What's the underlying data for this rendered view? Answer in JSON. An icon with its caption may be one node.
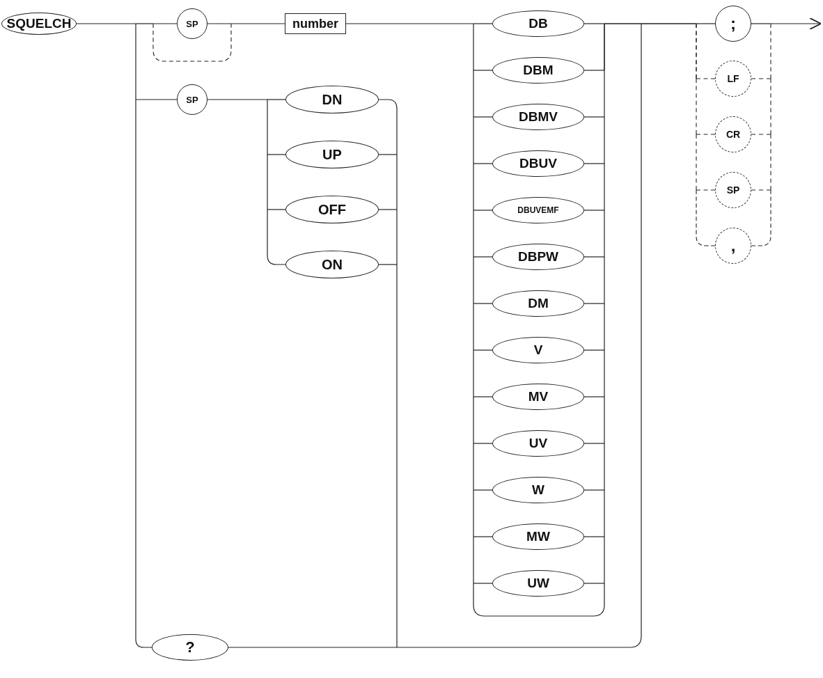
{
  "diagram": {
    "nodes": [
      {
        "text": [
          "SQUELCH"
        ]
      },
      {
        "text": [
          "SP"
        ]
      },
      {
        "text": [
          "number"
        ]
      },
      {
        "text": [
          "SP"
        ]
      },
      {
        "text": [
          "DN"
        ]
      },
      {
        "text": [
          "UP"
        ]
      },
      {
        "text": [
          "OFF"
        ]
      },
      {
        "text": [
          "ON"
        ]
      },
      {
        "text": [
          "DB"
        ]
      },
      {
        "text": [
          "DBM"
        ]
      },
      {
        "text": [
          "DBMV"
        ]
      },
      {
        "text": [
          "DBUV"
        ]
      },
      {
        "text": [
          "DBUVEMF"
        ]
      },
      {
        "text": [
          "DBPW"
        ]
      },
      {
        "text": [
          "DM"
        ]
      },
      {
        "text": [
          "V"
        ]
      },
      {
        "text": [
          "MV"
        ]
      },
      {
        "text": [
          "UV"
        ]
      },
      {
        "text": [
          "W"
        ]
      },
      {
        "text": [
          "MW"
        ]
      },
      {
        "text": [
          "UW"
        ]
      },
      {
        "text": [
          ";"
        ]
      },
      {
        "text": [
          "LF"
        ]
      },
      {
        "text": [
          "CR"
        ]
      },
      {
        "text": [
          "SP"
        ]
      },
      {
        "text": [
          ","
        ]
      },
      {
        "text": [
          "?"
        ]
      }
    ],
    "edges": [
      {
        "from": 0,
        "to": 1,
        "arrow": "none"
      },
      {
        "from": 1,
        "to": 2,
        "arrow": "none"
      },
      {
        "from": 0,
        "to": 2,
        "arrow": "none",
        "style": "dashed"
      },
      {
        "from": 0,
        "to": 3,
        "arrow": "none"
      },
      {
        "from": 0,
        "to": 26,
        "arrow": "none"
      },
      {
        "from": 3,
        "to": 4,
        "arrow": "none"
      },
      {
        "from": 3,
        "to": 5,
        "arrow": "none"
      },
      {
        "from": 3,
        "to": 6,
        "arrow": "none"
      },
      {
        "from": 3,
        "to": 7,
        "arrow": "none"
      },
      {
        "from": 2,
        "to": 8,
        "arrow": "none"
      },
      {
        "from": 2,
        "to": 9,
        "arrow": "none"
      },
      {
        "from": 2,
        "to": 10,
        "arrow": "none"
      },
      {
        "from": 2,
        "to": 11,
        "arrow": "none"
      },
      {
        "from": 2,
        "to": 12,
        "arrow": "none"
      },
      {
        "from": 2,
        "to": 13,
        "arrow": "none"
      },
      {
        "from": 2,
        "to": 14,
        "arrow": "none"
      },
      {
        "from": 2,
        "to": 15,
        "arrow": "none"
      },
      {
        "from": 2,
        "to": 16,
        "arrow": "none"
      },
      {
        "from": 2,
        "to": 17,
        "arrow": "none"
      },
      {
        "from": 2,
        "to": 18,
        "arrow": "none"
      },
      {
        "from": 2,
        "to": 19,
        "arrow": "none"
      },
      {
        "from": 2,
        "to": 20,
        "arrow": "none"
      },
      {
        "from": 8,
        "to": 21,
        "arrow": "none"
      },
      {
        "from": 8,
        "to": 22,
        "arrow": "none",
        "style": "dashed"
      },
      {
        "from": 8,
        "to": 23,
        "arrow": "none",
        "style": "dashed"
      },
      {
        "from": 8,
        "to": 24,
        "arrow": "none",
        "style": "dashed"
      },
      {
        "from": 8,
        "to": 25,
        "arrow": "none",
        "style": "dashed"
      },
      {
        "from": 9,
        "to": 21,
        "arrow": "none"
      },
      {
        "from": 9,
        "to": 22,
        "arrow": "none",
        "style": "dashed"
      },
      {
        "from": 9,
        "to": 23,
        "arrow": "none",
        "style": "dashed"
      },
      {
        "from": 9,
        "to": 24,
        "arrow": "none",
        "style": "dashed"
      },
      {
        "from": 9,
        "to": 25,
        "arrow": "none",
        "style": "dashed"
      },
      {
        "from": 10,
        "to": 21,
        "arrow": "none"
      },
      {
        "from": 10,
        "to": 22,
        "arrow": "none",
        "style": "dashed"
      },
      {
        "from": 10,
        "to": 23,
        "arrow": "none",
        "style": "dashed"
      },
      {
        "from": 10,
        "to": 24,
        "arrow": "none",
        "style": "dashed"
      },
      {
        "from": 10,
        "to": 25,
        "arrow": "none",
        "style": "dashed"
      },
      {
        "from": 11,
        "to": 21,
        "arrow": "none"
      },
      {
        "from": 11,
        "to": 22,
        "arrow": "none",
        "style": "dashed"
      },
      {
        "from": 11,
        "to": 23,
        "arrow": "none",
        "style": "dashed"
      },
      {
        "from": 11,
        "to": 24,
        "arrow": "none",
        "style": "dashed"
      },
      {
        "from": 11,
        "to": 25,
        "arrow": "none",
        "style": "dashed"
      },
      {
        "from": 12,
        "to": 21,
        "arrow": "none"
      },
      {
        "from": 12,
        "to": 22,
        "arrow": "none",
        "style": "dashed"
      },
      {
        "from": 12,
        "to": 23,
        "arrow": "none",
        "style": "dashed"
      },
      {
        "from": 12,
        "to": 24,
        "arrow": "none",
        "style": "dashed"
      },
      {
        "from": 12,
        "to": 25,
        "arrow": "none",
        "style": "dashed"
      },
      {
        "from": 13,
        "to": 21,
        "arrow": "none"
      },
      {
        "from": 13,
        "to": 22,
        "arrow": "none",
        "style": "dashed"
      },
      {
        "from": 13,
        "to": 23,
        "arrow": "none",
        "style": "dashed"
      },
      {
        "from": 13,
        "to": 24,
        "arrow": "none",
        "style": "dashed"
      },
      {
        "from": 13,
        "to": 25,
        "arrow": "none",
        "style": "dashed"
      },
      {
        "from": 14,
        "to": 21,
        "arrow": "none"
      },
      {
        "from": 14,
        "to": 22,
        "arrow": "none",
        "style": "dashed"
      },
      {
        "from": 14,
        "to": 23,
        "arrow": "none",
        "style": "dashed"
      },
      {
        "from": 14,
        "to": 24,
        "arrow": "none",
        "style": "dashed"
      },
      {
        "from": 14,
        "to": 25,
        "arrow": "none",
        "style": "dashed"
      },
      {
        "from": 15,
        "to": 21,
        "arrow": "none"
      },
      {
        "from": 15,
        "to": 22,
        "arrow": "none",
        "style": "dashed"
      },
      {
        "from": 15,
        "to": 23,
        "arrow": "none",
        "style": "dashed"
      },
      {
        "from": 15,
        "to": 24,
        "arrow": "none",
        "style": "dashed"
      },
      {
        "from": 15,
        "to": 25,
        "arrow": "none",
        "style": "dashed"
      },
      {
        "from": 16,
        "to": 21,
        "arrow": "none"
      },
      {
        "from": 16,
        "to": 22,
        "arrow": "none",
        "style": "dashed"
      },
      {
        "from": 16,
        "to": 23,
        "arrow": "none",
        "style": "dashed"
      },
      {
        "from": 16,
        "to": 24,
        "arrow": "none",
        "style": "dashed"
      },
      {
        "from": 16,
        "to": 25,
        "arrow": "none",
        "style": "dashed"
      },
      {
        "from": 17,
        "to": 21,
        "arrow": "none"
      },
      {
        "from": 17,
        "to": 22,
        "arrow": "none",
        "style": "dashed"
      },
      {
        "from": 17,
        "to": 23,
        "arrow": "none",
        "style": "dashed"
      },
      {
        "from": 17,
        "to": 24,
        "arrow": "none",
        "style": "dashed"
      },
      {
        "from": 17,
        "to": 25,
        "arrow": "none",
        "style": "dashed"
      },
      {
        "from": 18,
        "to": 21,
        "arrow": "none"
      },
      {
        "from": 18,
        "to": 22,
        "arrow": "none",
        "style": "dashed"
      },
      {
        "from": 18,
        "to": 23,
        "arrow": "none",
        "style": "dashed"
      },
      {
        "from": 18,
        "to": 24,
        "arrow": "none",
        "style": "dashed"
      },
      {
        "from": 18,
        "to": 25,
        "arrow": "none",
        "style": "dashed"
      },
      {
        "from": 19,
        "to": 21,
        "arrow": "none"
      },
      {
        "from": 19,
        "to": 22,
        "arrow": "none",
        "style": "dashed"
      },
      {
        "from": 19,
        "to": 23,
        "arrow": "none",
        "style": "dashed"
      },
      {
        "from": 19,
        "to": 24,
        "arrow": "none",
        "style": "dashed"
      },
      {
        "from": 19,
        "to": 25,
        "arrow": "none",
        "style": "dashed"
      },
      {
        "from": 20,
        "to": 21,
        "arrow": "none"
      },
      {
        "from": 20,
        "to": 22,
        "arrow": "none",
        "style": "dashed"
      },
      {
        "from": 20,
        "to": 23,
        "arrow": "none",
        "style": "dashed"
      },
      {
        "from": 20,
        "to": 24,
        "arrow": "none",
        "style": "dashed"
      },
      {
        "from": 20,
        "to": 25,
        "arrow": "none",
        "style": "dashed"
      },
      {
        "from": 2,
        "to": 21,
        "arrow": "none"
      },
      {
        "from": 2,
        "to": 22,
        "arrow": "none"
      },
      {
        "from": 2,
        "to": 23,
        "arrow": "none"
      },
      {
        "from": 2,
        "to": 24,
        "arrow": "none"
      },
      {
        "from": 2,
        "to": 25,
        "arrow": "none"
      },
      {
        "from": 4,
        "to": 21,
        "arrow": "none"
      },
      {
        "from": 4,
        "to": 22,
        "arrow": "none"
      },
      {
        "from": 4,
        "to": 23,
        "arrow": "none"
      },
      {
        "from": 4,
        "to": 24,
        "arrow": "none"
      },
      {
        "from": 4,
        "to": 25,
        "arrow": "none"
      },
      {
        "from": 5,
        "to": 21,
        "arrow": "none"
      },
      {
        "from": 5,
        "to": 22,
        "arrow": "none"
      },
      {
        "from": 5,
        "to": 23,
        "arrow": "none"
      },
      {
        "from": 5,
        "to": 24,
        "arrow": "none"
      },
      {
        "from": 5,
        "to": 25,
        "arrow": "none"
      },
      {
        "from": 6,
        "to": 21,
        "arrow": "none"
      },
      {
        "from": 6,
        "to": 22,
        "arrow": "none"
      },
      {
        "from": 6,
        "to": 23,
        "arrow": "none"
      },
      {
        "from": 6,
        "to": 24,
        "arrow": "none"
      },
      {
        "from": 6,
        "to": 25,
        "arrow": "none"
      },
      {
        "from": 7,
        "to": 21,
        "arrow": "none"
      },
      {
        "from": 7,
        "to": 22,
        "arrow": "none"
      },
      {
        "from": 7,
        "to": 23,
        "arrow": "none"
      },
      {
        "from": 7,
        "to": 24,
        "arrow": "none"
      },
      {
        "from": 7,
        "to": 25,
        "arrow": "none"
      },
      {
        "from": 26,
        "to": 21,
        "arrow": "none"
      },
      {
        "from": 26,
        "to": 22,
        "arrow": "none"
      },
      {
        "from": 26,
        "to": 23,
        "arrow": "none"
      },
      {
        "from": 26,
        "to": 24,
        "arrow": "none"
      },
      {
        "from": 26,
        "to": 25,
        "arrow": "none"
      },
      {
        "from": 21,
        "to": null,
        "arrow": "to"
      },
      {
        "from": 22,
        "to": null,
        "arrow": "to",
        "style": "dashed"
      },
      {
        "from": 23,
        "to": null,
        "arrow": "to",
        "style": "dashed"
      },
      {
        "from": 24,
        "to": null,
        "arrow": "to",
        "style": "dashed"
      },
      {
        "from": 25,
        "to": null,
        "arrow": "to",
        "style": "dashed"
      }
    ]
  }
}
